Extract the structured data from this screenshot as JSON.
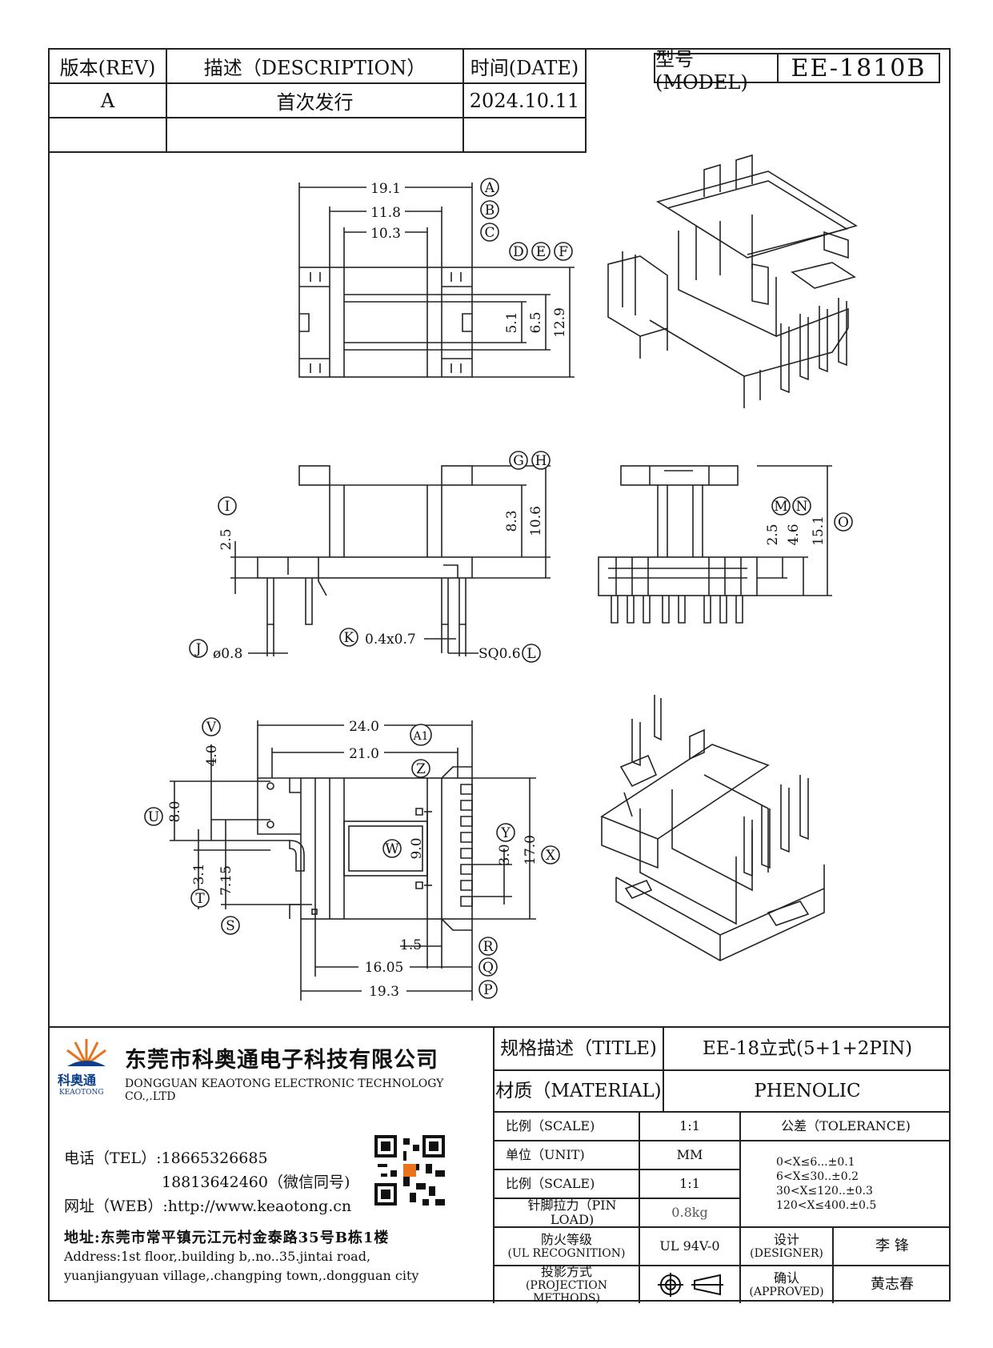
{
  "revision_table": {
    "headers": {
      "rev": "版本(REV)",
      "description": "描述（DESCRIPTION）",
      "date": "时间(DATE)"
    },
    "rows": [
      {
        "rev": "A",
        "description": "首次发行",
        "date": "2024.10.11"
      },
      {
        "rev": "",
        "description": "",
        "date": ""
      }
    ]
  },
  "model": {
    "label": "型号(MODEL)",
    "value": "EE-1810B"
  },
  "dimensions": {
    "top_view": {
      "A": "19.1",
      "B": "11.8",
      "C": "10.3",
      "D": "5.1",
      "E": "6.5",
      "F": "12.9"
    },
    "front_view": {
      "G": "8.3",
      "H": "10.6",
      "I": "2.5",
      "J": "ø0.8",
      "K": "0.4x0.7",
      "L": "SQ0.6"
    },
    "side_view": {
      "M": "2.5",
      "N": "4.6",
      "O": "15.1"
    },
    "bottom_view": {
      "A1": "24.0",
      "Z": "21.0",
      "V": "4.0",
      "U": "8.0",
      "T": "3.1",
      "S": "7.15",
      "W": "9.0",
      "Y": "3.0",
      "X": "17.0",
      "R": "1.5",
      "Q": "16.05",
      "P": "19.3"
    }
  },
  "labels": {
    "A": "A",
    "B": "B",
    "C": "C",
    "D": "D",
    "E": "E",
    "F": "F",
    "G": "G",
    "H": "H",
    "I": "I",
    "J": "J",
    "K": "K",
    "L": "L",
    "M": "M",
    "N": "N",
    "O": "O",
    "P": "P",
    "Q": "Q",
    "R": "R",
    "S": "S",
    "T": "T",
    "U": "U",
    "V": "V",
    "W": "W",
    "X": "X",
    "Y": "Y",
    "Z": "Z",
    "A1": "A1"
  },
  "company": {
    "logo_cn": "科奥通",
    "logo_en": "KEAOTONG",
    "name_cn": "东莞市科奥通电子科技有限公司",
    "name_en": "DONGGUAN KEAOTONG ELECTRONIC TECHNOLOGY CO.,.LTD",
    "tel_line1": "电话（TEL）:18665326685",
    "tel_line2": "18813642460（微信同号)",
    "web": "网址（WEB）:http://www.keaotong.cn",
    "address_cn": "地址:东莞市常平镇元江元村金泰路35号B栋1楼",
    "address_en1": "Address:1st floor,.building b,.no..35.jintai road,",
    "address_en2": "yuanjiangyuan village,.changping town,.dongguan city"
  },
  "spec": {
    "title_label": "规格描述（TITLE)",
    "title_value": "EE-18立式(5+1+2PIN)",
    "material_label": "材质（MATERIAL)",
    "material_value": "PHENOLIC",
    "scale_label": "比例（SCALE)",
    "scale_value": "1:1",
    "unit_label": "单位（UNIT)",
    "unit_value": "MM",
    "scale2_label": "比例（SCALE)",
    "scale2_value": "1:1",
    "pin_load_label": "针脚拉力（PIN LOAD)",
    "pin_load_value": "0.8kg",
    "ul_label_cn": "防火等级",
    "ul_label_en": "(UL RECOGNITION)",
    "ul_value": "UL 94V-0",
    "projection_label_cn": "投影方式",
    "projection_label_en": "(PROJECTION METHODS)",
    "tolerance_label": "公差（TOLERANCE)",
    "tolerance_rows": [
      "0<X≤6...±0.1",
      "6<X≤30..±0.2",
      "30<X≤120..±0.3",
      "120<X≤400.±0.5"
    ],
    "designer_label_cn": "设计",
    "designer_label_en": "(DESIGNER)",
    "designer_value": "李  锋",
    "approved_label_cn": "确认",
    "approved_label_en": "(APPROVED)",
    "approved_value": "黄志春"
  }
}
